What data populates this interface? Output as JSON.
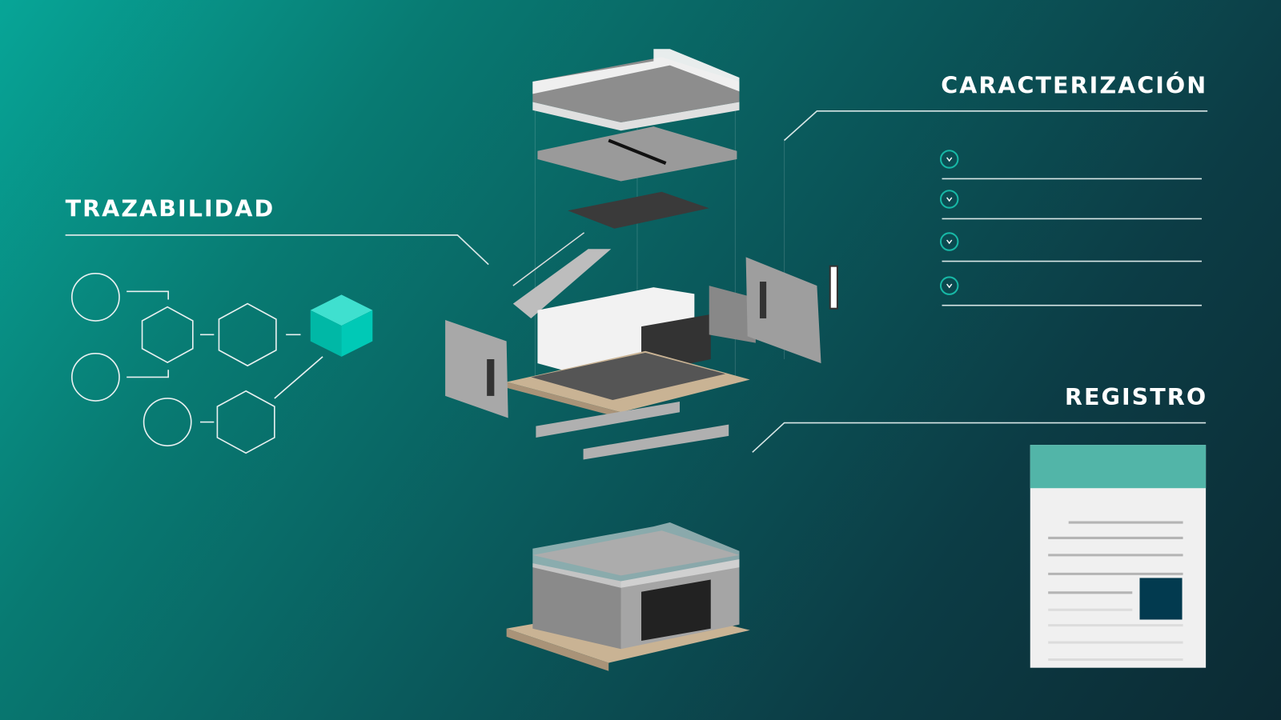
{
  "trazabilidad": {
    "title": "TRAZABILIDAD"
  },
  "caracterizacion": {
    "title": "CARACTERIZACIÓN",
    "check_count": 4
  },
  "registro": {
    "title": "REGISTRO"
  },
  "colors": {
    "accent": "#00c4b0",
    "doc_header": "#52b5a8",
    "doc_block": "#023a4f",
    "check": "#17b8a6"
  }
}
